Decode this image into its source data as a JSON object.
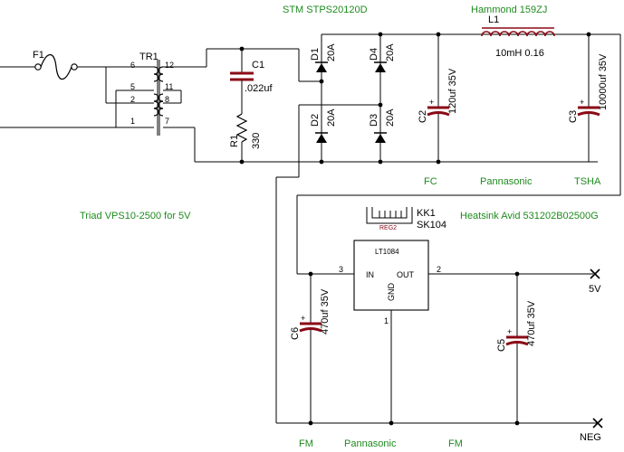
{
  "labels": {
    "header_diodes": "STM STPS20120D",
    "header_inductor": "Hammond 159ZJ",
    "transformer_note": "Triad VPS10-2500 for 5V",
    "heatsink_note": "Heatsink Avid 531202B02500G",
    "fc": "FC",
    "panasonic_top": "Pannasonic",
    "tsha": "TSHA",
    "fm_left": "FM",
    "panasonic_bottom": "Pannasonic",
    "fm_right": "FM"
  },
  "fuse": {
    "ref": "F1"
  },
  "transformer": {
    "ref": "TR1",
    "pins": [
      "6",
      "12",
      "5",
      "11",
      "2",
      "8",
      "1",
      "7"
    ]
  },
  "c1": {
    "ref": "C1",
    "value": ".022uf"
  },
  "r1": {
    "ref": "R1",
    "value": "330"
  },
  "d1": {
    "ref": "D1",
    "rating": "20A"
  },
  "d2": {
    "ref": "D2",
    "rating": "20A"
  },
  "d3": {
    "ref": "D3",
    "rating": "20A"
  },
  "d4": {
    "ref": "D4",
    "rating": "20A"
  },
  "c2": {
    "ref": "C2",
    "value": "120uf 35V"
  },
  "l1": {
    "ref": "L1",
    "value": "10mH 0.16"
  },
  "c3": {
    "ref": "C3",
    "value": "10000uf 35V"
  },
  "heatsink": {
    "ref": "KK1",
    "part": "SK104",
    "package": "REG2"
  },
  "regulator": {
    "part": "LT1084",
    "in_label": "IN",
    "out_label": "OUT",
    "gnd_label": "GND",
    "pin_in": "3",
    "pin_out": "2",
    "pin_gnd": "1"
  },
  "c6": {
    "ref": "C6",
    "value": "470uf 35V"
  },
  "c5": {
    "ref": "C5",
    "value": "470uf 35V"
  },
  "outputs": {
    "pos": "5V",
    "neg": "NEG"
  },
  "colors": {
    "label_green": "#1f8a1f",
    "part_red": "#8a0a16",
    "wire": "#000000"
  }
}
